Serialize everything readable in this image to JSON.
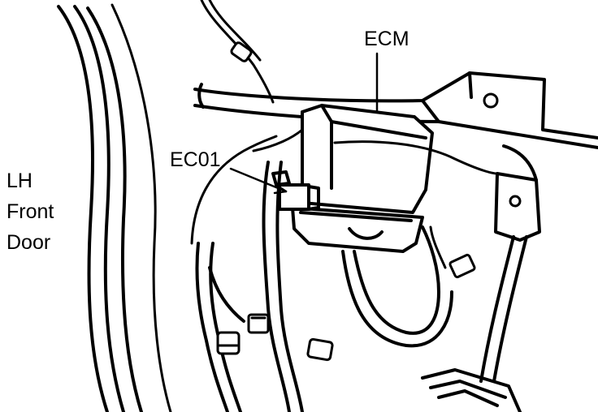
{
  "labels": {
    "ecm": "ECM",
    "ec01": "EC01",
    "door": [
      "LH",
      "Front",
      "Door"
    ]
  },
  "colors": {
    "ink": "#000000",
    "paper": "#ffffff"
  }
}
